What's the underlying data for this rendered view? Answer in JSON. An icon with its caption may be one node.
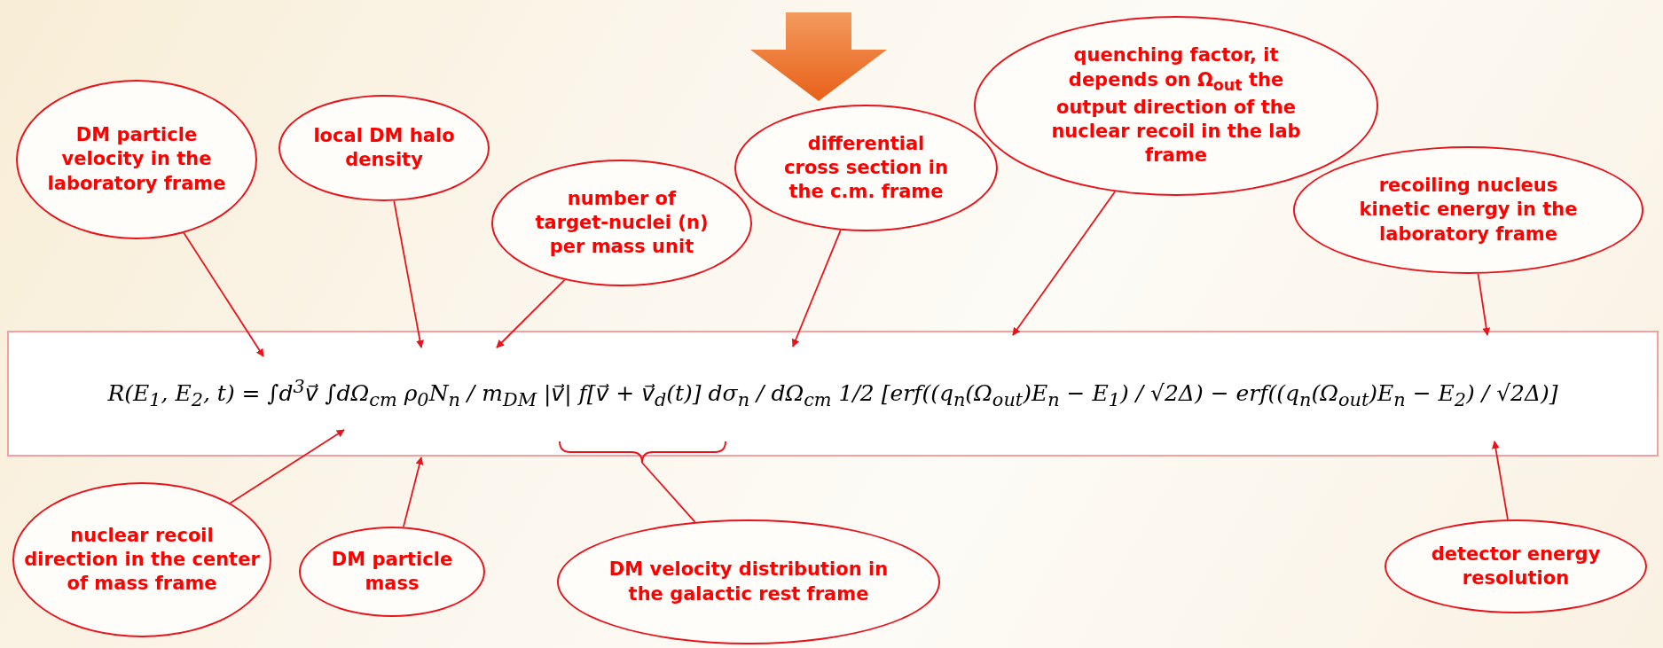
{
  "diagram": {
    "nodes": [
      {
        "text": [
          "DM particle velocity in the laboratory frame"
        ]
      },
      {
        "text": [
          "local DM halo density"
        ]
      },
      {
        "text": [
          "number of target-nuclei (n) per mass unit"
        ]
      },
      {
        "text": [
          "differential cross section in the c.m. frame"
        ]
      },
      {
        "text": [
          "quenching factor, it depends on Ω$_{out}$ the output direction of the nuclear recoil in the lab frame"
        ]
      },
      {
        "text": [
          "recoiling nucleus kinetic energy in the laboratory frame"
        ]
      },
      {
        "text": [
          "R(E$_{1}$, E$_{2}$, t) = ∫d$^{3}$v⃗ ∫dΩ$_{cm}$ ρ$_{0}$N$_{n}$ / m$_{DM}$ |v⃗| f[v⃗ + v⃗$_{d}$(t)] dσ$_{n}$ / dΩ$_{cm}$ 1/2 [erf((q$_{n}$(Ω$_{out}$)E$_{n}$ − E$_{1}$) / √2Δ) − erf((q$_{n}$(Ω$_{out}$)E$_{n}$ − E$_{2}$) / √2Δ)]"
        ]
      },
      {
        "text": [
          "nuclear recoil direction in the center of mass frame"
        ]
      },
      {
        "text": [
          "DM particle mass"
        ]
      },
      {
        "text": [
          "DM velocity distribution in the galactic rest frame"
        ]
      },
      {
        "text": [
          "detector energy resolution"
        ]
      }
    ],
    "edges": [
      {
        "from": 0,
        "to": 6,
        "arrow": "to"
      },
      {
        "from": 1,
        "to": 6,
        "arrow": "to"
      },
      {
        "from": 2,
        "to": 6,
        "arrow": "to"
      },
      {
        "from": 3,
        "to": 6,
        "arrow": "to"
      },
      {
        "from": 4,
        "to": 6,
        "arrow": "to"
      },
      {
        "from": 5,
        "to": 6,
        "arrow": "to"
      },
      {
        "from": 7,
        "to": 6,
        "arrow": "to"
      },
      {
        "from": 8,
        "to": 6,
        "arrow": "to"
      },
      {
        "from": 9,
        "to": 6,
        "arrow": "none"
      },
      {
        "from": 10,
        "to": 6,
        "arrow": "to"
      }
    ]
  }
}
